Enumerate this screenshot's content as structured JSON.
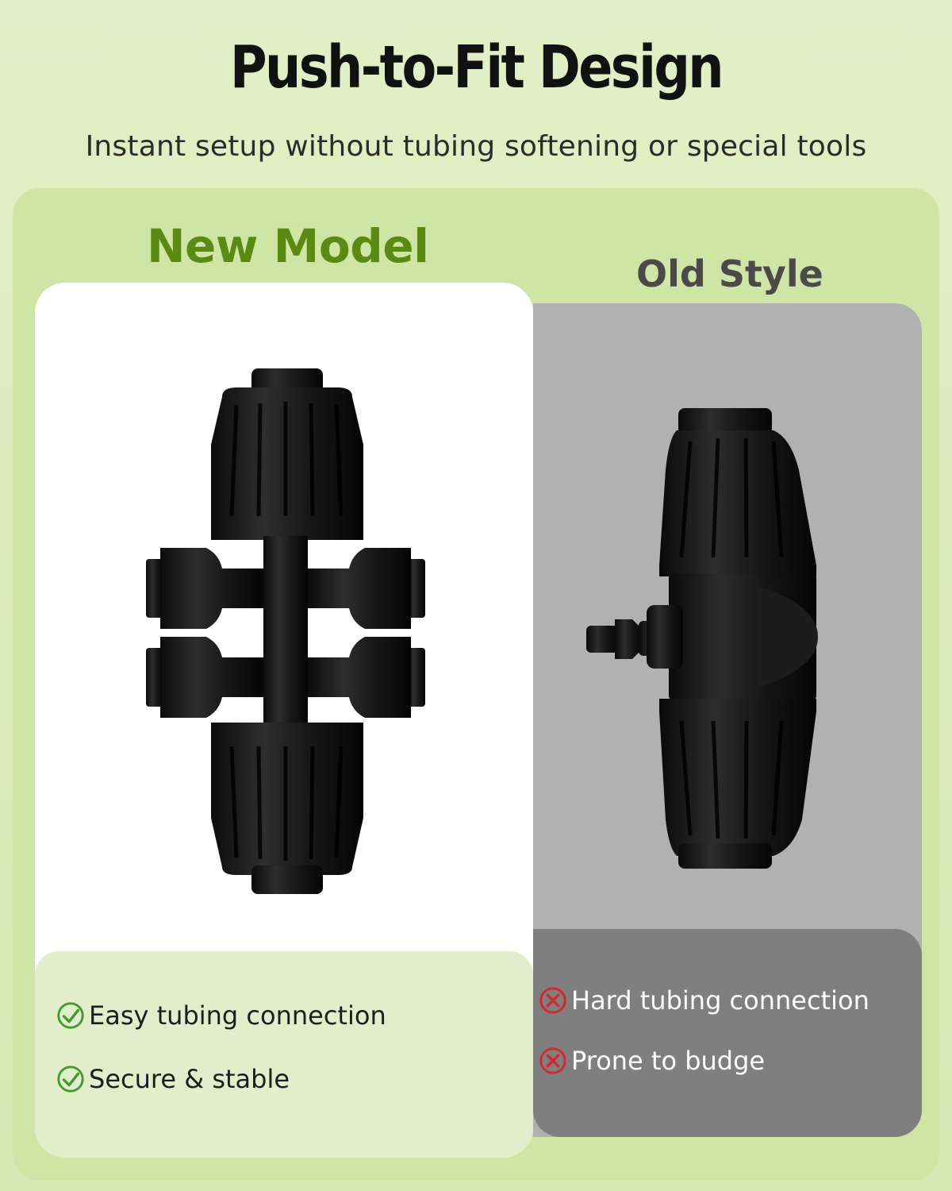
{
  "header": {
    "title": "Push-to-Fit Design",
    "subtitle": "Instant setup without tubing softening or special tools"
  },
  "new_model": {
    "label": "New Model",
    "features": [
      "Easy tubing connection",
      "Secure & stable"
    ],
    "accent_color": "#5b8a12",
    "icon": "check-circle-icon"
  },
  "old_style": {
    "label": "Old Style",
    "features": [
      "Hard tubing connection",
      "Prone to budge"
    ],
    "accent_color": "#d7262b",
    "icon": "x-circle-icon"
  }
}
